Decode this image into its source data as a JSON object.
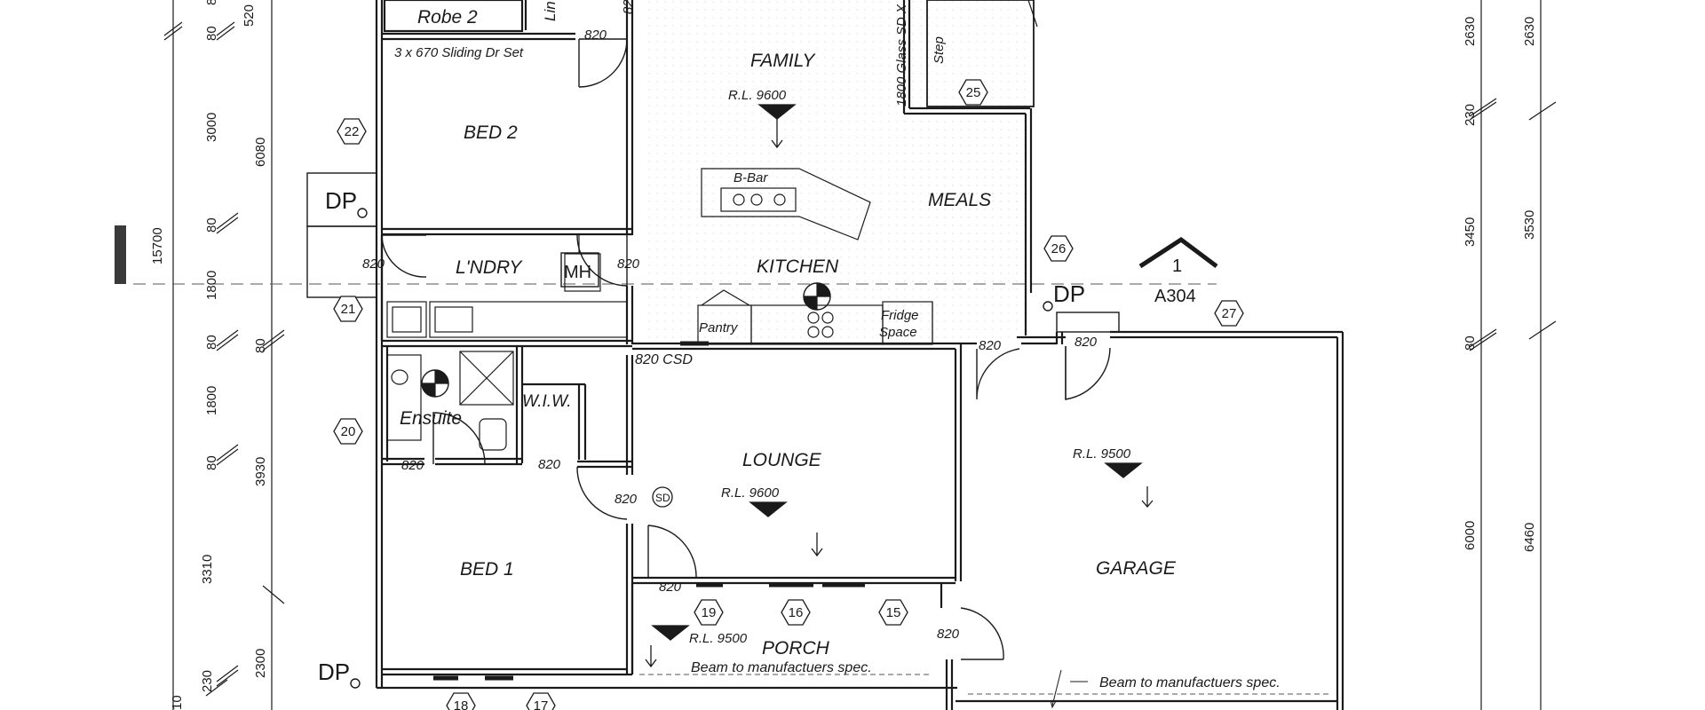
{
  "rooms": {
    "robe2": "Robe 2",
    "linen": "Lin",
    "bed2": "BED 2",
    "family": "FAMILY",
    "meals": "MEALS",
    "laundry": "L'NDRY",
    "kitchen": "KITCHEN",
    "pantry": "Pantry",
    "fridge_1": "Fridge",
    "fridge_2": "Space",
    "ensuite": "Ensuite",
    "wiw": "W.I.W.",
    "lounge": "LOUNGE",
    "bed1": "BED 1",
    "garage": "GARAGE",
    "porch": "PORCH",
    "bbar": "B-Bar",
    "mh": "MH",
    "step": "Step",
    "sd": "SD"
  },
  "notes": {
    "sliding": "3 x 670 Sliding Dr Set",
    "glass_sd": "1800 Glass SD X",
    "csd": "820 CSD",
    "beam_porch": "Beam to manufactuers spec.",
    "beam_garage": "Beam to manufactuers spec.",
    "section_num": "1",
    "section_ref": "A304",
    "dp": "DP"
  },
  "levels": {
    "family": "R.L. 9600",
    "lounge": "R.L. 9600",
    "garage": "R.L. 9500",
    "porch": "R.L. 9500"
  },
  "door": "820",
  "tags": {
    "t22": "22",
    "t21": "21",
    "t20": "20",
    "t25": "25",
    "t26": "26",
    "t27": "27",
    "t19": "19",
    "t16": "16",
    "t15": "15",
    "t18": "18",
    "t17": "17"
  },
  "dims_left_outer": {
    "d520": "520",
    "d80a": "80",
    "d3000": "3000",
    "d80b": "80",
    "d1800a": "1800",
    "d80c": "80",
    "d1800b": "1800",
    "d80d": "80",
    "d3310": "3310",
    "d230": "230",
    "d10": "10",
    "d8": "8"
  },
  "dims_left_inner": {
    "d6080": "6080",
    "d80": "80",
    "d3930": "3930",
    "d2300": "2300",
    "d15700": "15700"
  },
  "dims_right_a": {
    "d2630": "2630",
    "d230": "230",
    "d3450": "3450",
    "d80": "80",
    "d6000": "6000"
  },
  "dims_right_b": {
    "d2630": "2630",
    "d3530": "3530",
    "d6460": "6460"
  },
  "colors": {
    "ink": "#1a1a1a",
    "grey": "#555555"
  }
}
